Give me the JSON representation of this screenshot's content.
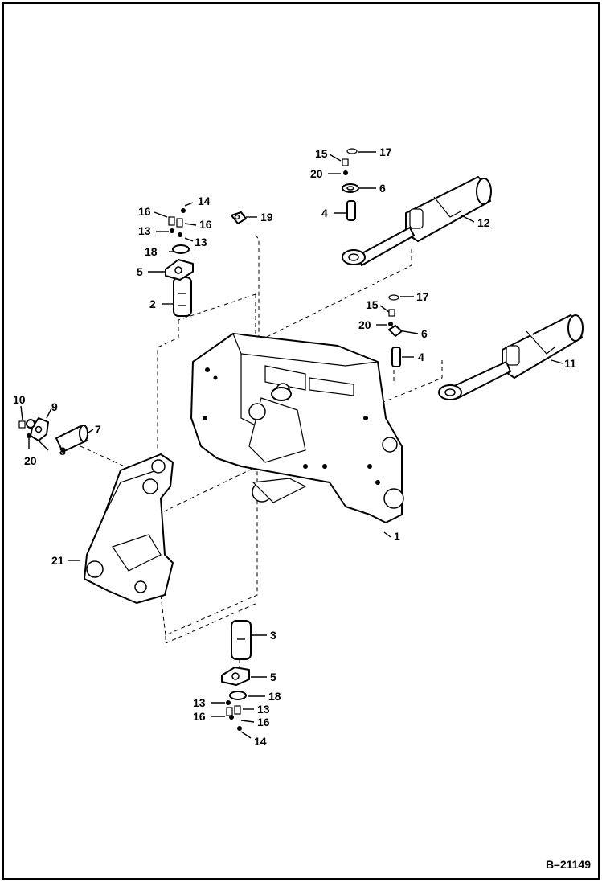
{
  "figure": {
    "id": "B–21149",
    "callouts": [
      {
        "n": "1"
      },
      {
        "n": "2"
      },
      {
        "n": "3"
      },
      {
        "n": "4"
      },
      {
        "n": "4"
      },
      {
        "n": "5"
      },
      {
        "n": "5"
      },
      {
        "n": "6"
      },
      {
        "n": "6"
      },
      {
        "n": "7"
      },
      {
        "n": "8"
      },
      {
        "n": "9"
      },
      {
        "n": "10"
      },
      {
        "n": "11"
      },
      {
        "n": "12"
      },
      {
        "n": "13"
      },
      {
        "n": "13"
      },
      {
        "n": "13"
      },
      {
        "n": "13"
      },
      {
        "n": "14"
      },
      {
        "n": "14"
      },
      {
        "n": "15"
      },
      {
        "n": "15"
      },
      {
        "n": "16"
      },
      {
        "n": "16"
      },
      {
        "n": "16"
      },
      {
        "n": "16"
      },
      {
        "n": "17"
      },
      {
        "n": "17"
      },
      {
        "n": "18"
      },
      {
        "n": "18"
      },
      {
        "n": "19"
      },
      {
        "n": "20"
      },
      {
        "n": "20"
      },
      {
        "n": "20"
      },
      {
        "n": "21"
      }
    ]
  }
}
